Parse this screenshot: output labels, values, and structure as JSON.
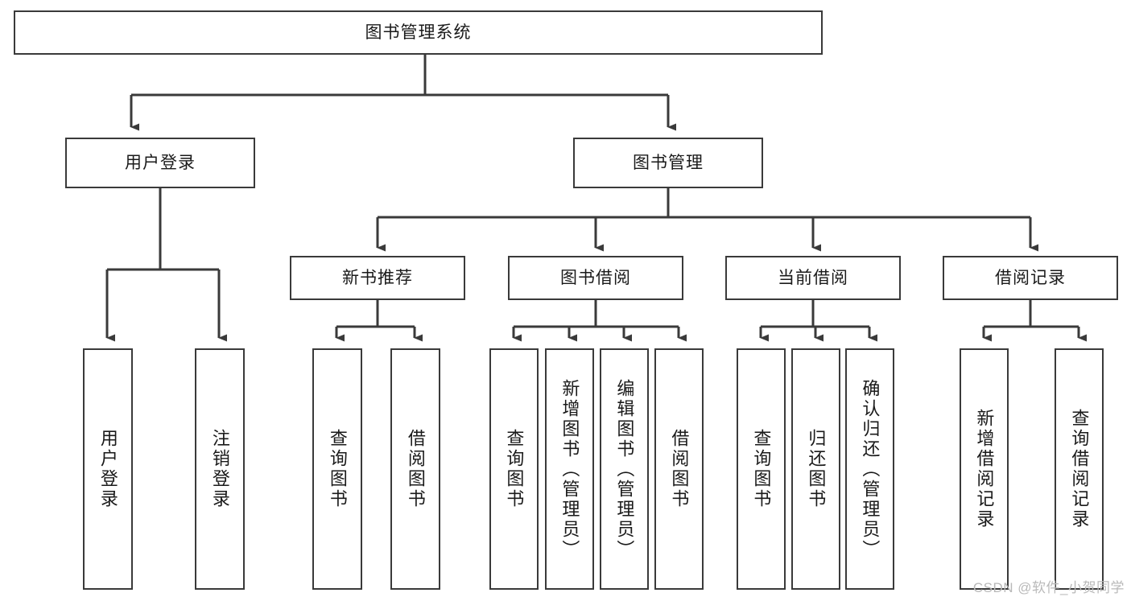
{
  "diagram": {
    "title": "图书管理系统",
    "type": "hierarchy-tree",
    "background_color": "#ffffff",
    "line_color": "#3a3a3a",
    "text_color": "#1a1a1a",
    "root": {
      "label": "图书管理系统"
    },
    "level2": [
      {
        "label": "用户登录"
      },
      {
        "label": "图书管理"
      }
    ],
    "level3": [
      {
        "label": "新书推荐"
      },
      {
        "label": "图书借阅"
      },
      {
        "label": "当前借阅"
      },
      {
        "label": "借阅记录"
      }
    ],
    "leaves": {
      "user_login": [
        {
          "label": "用户登录"
        },
        {
          "label": "注销登录"
        }
      ],
      "new_book_recommend": [
        {
          "label": "查询图书"
        },
        {
          "label": "借阅图书"
        }
      ],
      "book_borrow": [
        {
          "label": "查询图书"
        },
        {
          "label": "新增图书（管理员）"
        },
        {
          "label": "编辑图书（管理员）"
        },
        {
          "label": "借阅图书"
        }
      ],
      "current_borrow": [
        {
          "label": "查询图书"
        },
        {
          "label": "归还图书"
        },
        {
          "label": "确认归还（管理员）"
        }
      ],
      "borrow_record": [
        {
          "label": "新增借阅记录"
        },
        {
          "label": "查询借阅记录"
        }
      ]
    }
  },
  "watermark": {
    "text": "CSDN @软件_小贺同学"
  }
}
